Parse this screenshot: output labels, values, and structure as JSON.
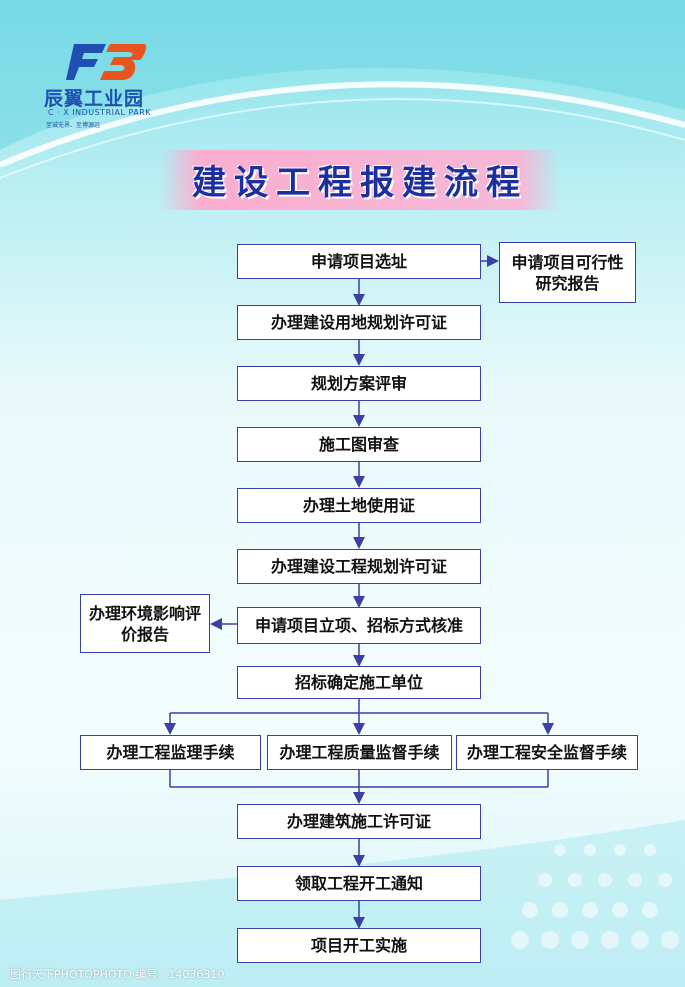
{
  "logo": {
    "name_cn": "辰翼工业园",
    "name_en": "C · X INDUSTRIAL PARK",
    "slogan": "至诚无界、至博源远"
  },
  "title": "建设工程报建流程",
  "steps": {
    "s1": "申请项目选址",
    "s1_side": "申请项目可行性研究报告",
    "s2": "办理建设用地规划许可证",
    "s3": "规划方案评审",
    "s4": "施工图审查",
    "s5": "办理土地使用证",
    "s6": "办理建设工程规划许可证",
    "s7": "申请项目立项、招标方式核准",
    "s7_side": "办理环境影响评价报告",
    "s8": "招标确定施工单位",
    "b1": "办理工程监理手续",
    "b2": "办理工程质量监督手续",
    "b3": "办理工程安全监督手续",
    "s9": "办理建筑施工许可证",
    "s10": "领取工程开工通知",
    "s11": "项目开工实施"
  },
  "watermark": "图行天下PHOTOPHOTO  编号：14036310",
  "colors": {
    "border": "#3a40a8",
    "title": "#1b2fa0",
    "arrow": "#3a40a8"
  }
}
